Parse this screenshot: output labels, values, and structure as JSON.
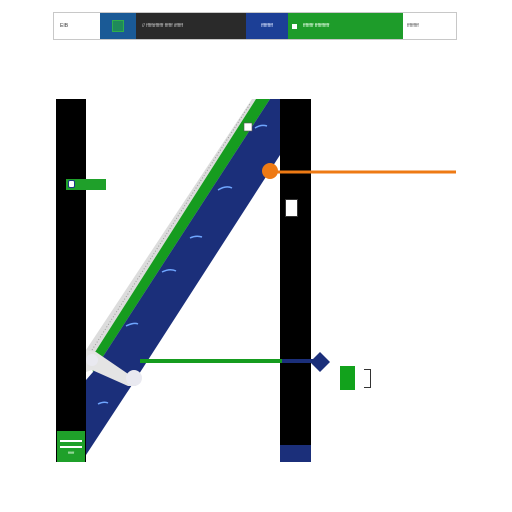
{
  "banner": {
    "code_text": "EIB",
    "dark_text": "// ffffftfffffff ffffff iffffff",
    "blue_text": "fffffffff",
    "green_text": "ffffffff fffffffffff",
    "white_text": "fffffffff"
  },
  "left_tag": {
    "caption": ""
  },
  "bottom_tag": {
    "caption": "ffffff"
  },
  "colors": {
    "black": "#000000",
    "navy": "#1b2f7a",
    "green": "#169c1f",
    "orange": "#ee7a14",
    "white": "#ffffff"
  }
}
